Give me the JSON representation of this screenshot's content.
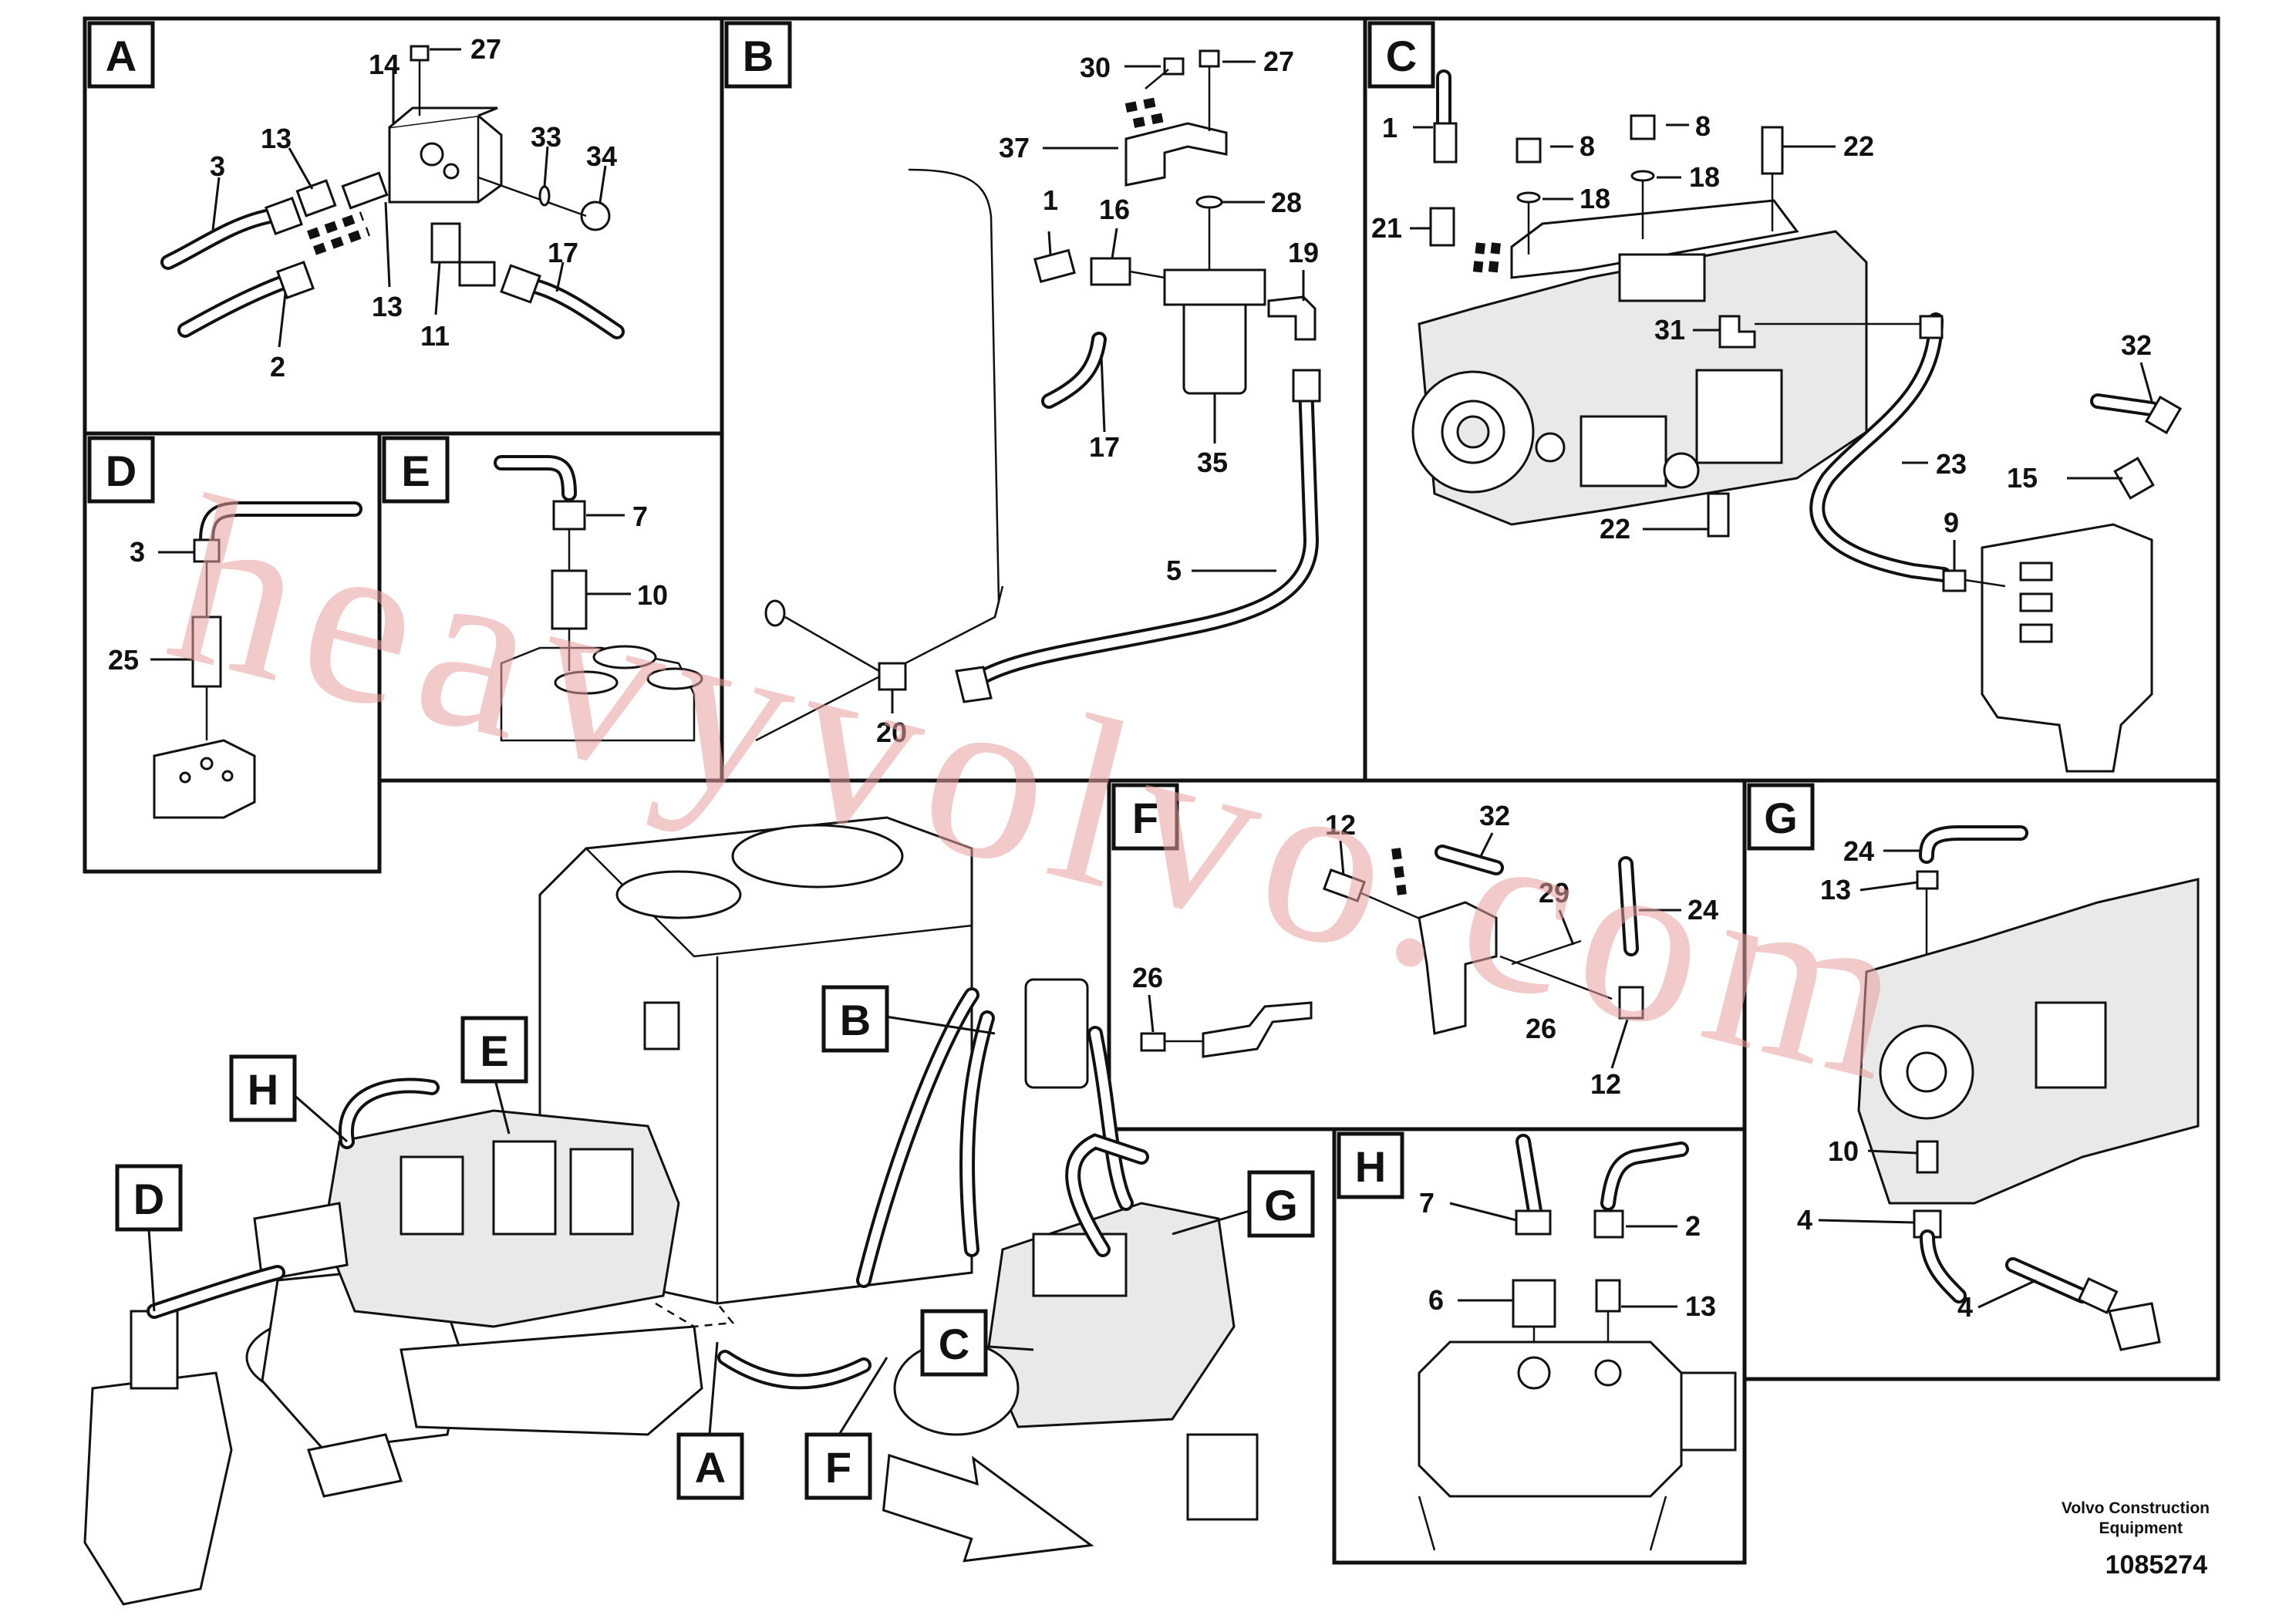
{
  "panels": {
    "A": {
      "tag": "A",
      "labels": {
        "l27": "27",
        "l14": "14",
        "l13a": "13",
        "l33": "33",
        "l34": "34",
        "l3": "3",
        "l17": "17",
        "l13b": "13",
        "l11": "11",
        "l2": "2"
      }
    },
    "B": {
      "tag": "B",
      "labels": {
        "l30": "30",
        "l27": "27",
        "l37": "37",
        "l28": "28",
        "l1": "1",
        "l16": "16",
        "l19": "19",
        "l17": "17",
        "l35": "35",
        "l5": "5",
        "l20": "20"
      }
    },
    "C": {
      "tag": "C",
      "labels": {
        "l1": "1",
        "l8a": "8",
        "l8b": "8",
        "l22a": "22",
        "l18a": "18",
        "l18b": "18",
        "l21": "21",
        "l31": "31",
        "l32": "32",
        "l23": "23",
        "l15": "15",
        "l22b": "22",
        "l9": "9"
      }
    },
    "D": {
      "tag": "D",
      "labels": {
        "l3": "3",
        "l25": "25"
      }
    },
    "E": {
      "tag": "E",
      "labels": {
        "l7": "7",
        "l10": "10"
      }
    },
    "F": {
      "tag": "F",
      "labels": {
        "l12a": "12",
        "l32": "32",
        "l29": "29",
        "l24": "24",
        "l26a": "26",
        "l26b": "26",
        "l12b": "12"
      }
    },
    "G": {
      "tag": "G",
      "labels": {
        "l24": "24",
        "l13": "13",
        "l10": "10",
        "l4a": "4",
        "l4b": "4"
      }
    },
    "H": {
      "tag": "H",
      "labels": {
        "l7": "7",
        "l2": "2",
        "l6": "6",
        "l13": "13"
      }
    }
  },
  "overview_tags": {
    "H": "H",
    "E": "E",
    "D": "D",
    "B": "B",
    "G": "G",
    "C": "C",
    "A": "A",
    "F": "F"
  },
  "watermark": "heavyvolvo.com",
  "footer": {
    "company": "Volvo Construction\nEquipment",
    "company_line1": "Volvo Construction",
    "company_line2": "Equipment",
    "drawing_number": "1085274"
  },
  "colors": {
    "line": "#111111",
    "watermark": "#e8a0a0",
    "background": "#ffffff"
  }
}
